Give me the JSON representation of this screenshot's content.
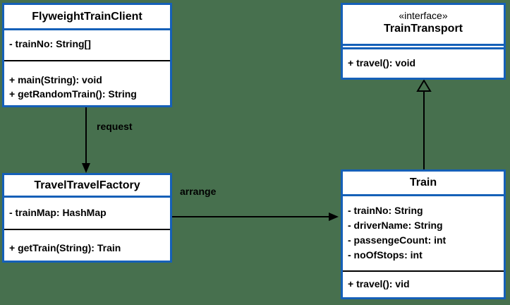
{
  "diagram": {
    "background_color": "#47704e",
    "box_border_color": "#1560b8",
    "box_fill_color": "#ffffff",
    "line_color": "#000000"
  },
  "classes": [
    {
      "name": "FlyweightTrainClient",
      "stereotype": "",
      "attributes": [
        "- trainNo: String[]"
      ],
      "methods": [
        "+ main(String): void",
        "+ getRandomTrain(): String"
      ]
    },
    {
      "name": "TrainTransport",
      "stereotype": "«interface»",
      "attributes": [],
      "methods": [
        "+ travel(): void"
      ]
    },
    {
      "name": "TravelTravelFactory",
      "stereotype": "",
      "attributes": [
        "- trainMap: HashMap"
      ],
      "methods": [
        "+ getTrain(String): Train"
      ]
    },
    {
      "name": "Train",
      "stereotype": "",
      "attributes": [
        "- trainNo: String",
        "- driverName: String",
        "- passengeCount: int",
        "- noOfStops: int"
      ],
      "methods": [
        "+ travel(): vid"
      ]
    }
  ],
  "relationships": [
    {
      "from": "FlyweightTrainClient",
      "to": "TravelTravelFactory",
      "label": "request",
      "type": "directed association"
    },
    {
      "from": "TravelTravelFactory",
      "to": "Train",
      "label": "arrange",
      "type": "directed association"
    },
    {
      "from": "Train",
      "to": "TrainTransport",
      "label": "",
      "type": "realization"
    }
  ]
}
